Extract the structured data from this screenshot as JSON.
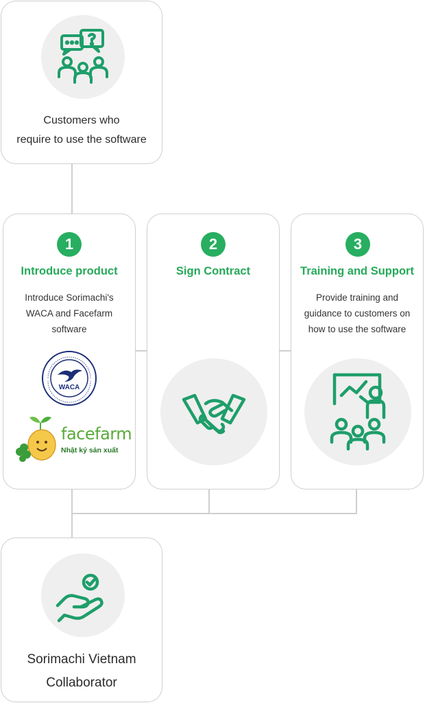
{
  "top_card": {
    "label_line1": "Customers who",
    "label_line2": "require to use the software"
  },
  "steps": [
    {
      "number": "1",
      "title": "Introduce product",
      "desc_line1": "Introduce Sorimachi's",
      "desc_line2": "WACA and Facefarm",
      "desc_line3": "software"
    },
    {
      "number": "2",
      "title": "Sign Contract"
    },
    {
      "number": "3",
      "title": "Training and Support",
      "desc_line1": "Provide training and",
      "desc_line2": "guidance to customers on",
      "desc_line3": "how to use the software"
    }
  ],
  "logos": {
    "waca_text": "WACA",
    "waca_ring_text": "SORIMACHI VIETNAM · WEB AGRICULTURAL COOPERATIVE ACCOUNTING ·",
    "facefarm_name": "facefarm",
    "facefarm_tagline": "Nhật ký sản xuất"
  },
  "bottom_card": {
    "label_line1": "Sorimachi Vietnam",
    "label_line2": "Collaborator"
  },
  "colors": {
    "accent_green": "#27ae60",
    "icon_green": "#1e9e6a",
    "border": "#cfcfcf",
    "circle_bg": "#efefef"
  },
  "icons": {
    "top": "customers-discussion-icon",
    "step2": "handshake-icon",
    "step3": "training-presentation-icon",
    "bottom": "hand-check-icon"
  }
}
